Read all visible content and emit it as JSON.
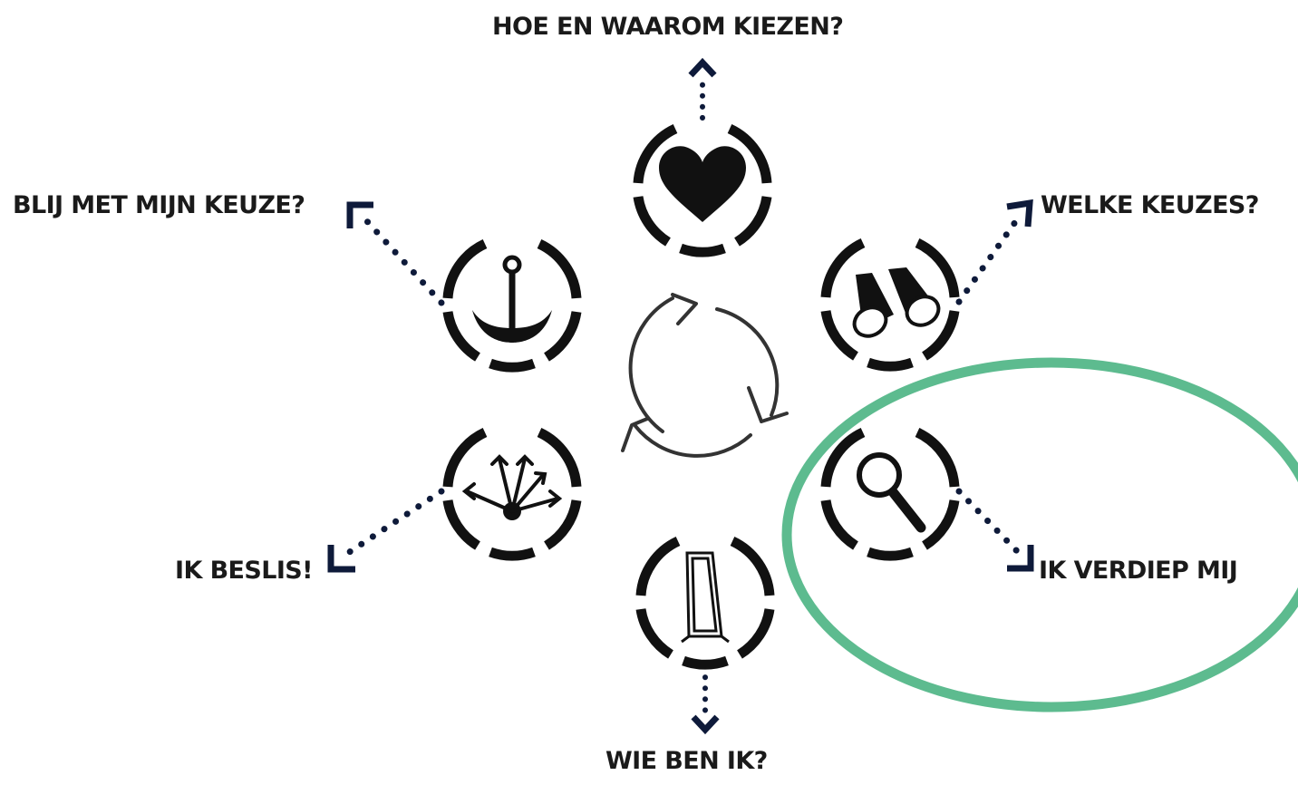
{
  "stages": [
    {
      "id": "heart",
      "label": "HOE EN WAAROM KIEZEN?",
      "icon": "heart-icon"
    },
    {
      "id": "binoculars",
      "label": "WELKE KEUZES?",
      "icon": "binoculars-icon"
    },
    {
      "id": "magnifier",
      "label": "IK VERDIEP MIJ",
      "icon": "magnifier-icon"
    },
    {
      "id": "mirror",
      "label": "WIE BEN IK?",
      "icon": "mirror-icon"
    },
    {
      "id": "crossroads",
      "label": "IK BESLIS!",
      "icon": "crossroads-icon"
    },
    {
      "id": "anchor",
      "label": "BLIJ MET MIJN KEUZE?",
      "icon": "anchor-icon"
    }
  ],
  "center_icon": "cycle-arrows-icon",
  "colors": {
    "ink": "#111111",
    "connector": "#0e1a3a",
    "highlight": "#5dbb8f"
  }
}
